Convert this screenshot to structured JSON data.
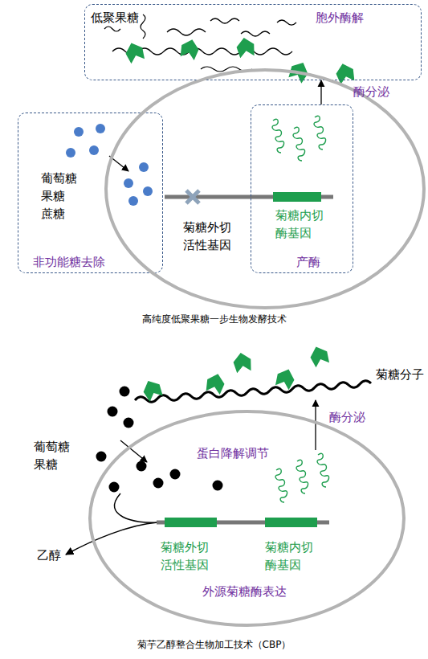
{
  "diagram": {
    "nodes": [
      {
        "text": [
          "低聚果糖",
          "胞外酶解"
        ]
      },
      {
        "text": [
          "葡萄糖 果糖 蔗糖",
          "非功能糖去除"
        ]
      },
      {
        "text": [
          "菊糖外切 活性基因"
        ]
      },
      {
        "text": [
          "菊糖内切 酶基因",
          "产酶"
        ],
        "in": 2
      },
      {
        "text": [
          "蛋白降解调节",
          "菊糖外切 活性基因",
          "菊糖内切 酶基因",
          "外源菊糖酶表达"
        ]
      }
    ],
    "edges": [
      {
        "from": 3,
        "to": 0,
        "arrow": "to",
        "label": "酶分泌"
      }
    ],
    "labels": [
      "高纯度低聚果糖一步生物发酵技术",
      "菊糖分子",
      "酶分泌",
      "葡萄糖 果糖",
      "乙醇",
      "菊芋乙醇整合生物加工技术（CBP）"
    ]
  }
}
